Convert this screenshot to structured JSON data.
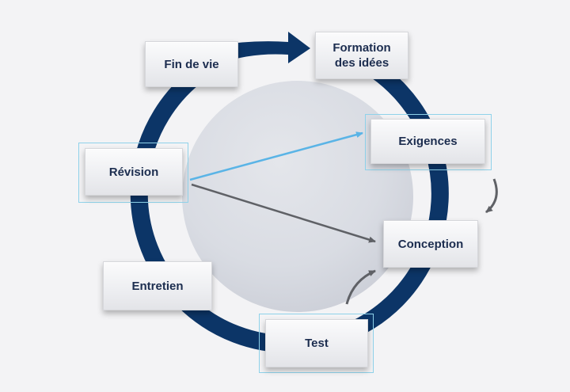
{
  "stages": {
    "ideation": "Formation\ndes idées",
    "requirements": "Exigences",
    "design": "Conception",
    "test": "Test",
    "maintenance": "Entretien",
    "revision": "Révision",
    "end_of_life": "Fin de vie"
  },
  "colors": {
    "ring": "#0c3567",
    "disc": "#d9dce3",
    "arrow_blue": "#5ab4e6",
    "arrow_gray": "#5f6166",
    "highlight_frame": "#8fd2ea",
    "label_text": "#1c2d4f"
  }
}
